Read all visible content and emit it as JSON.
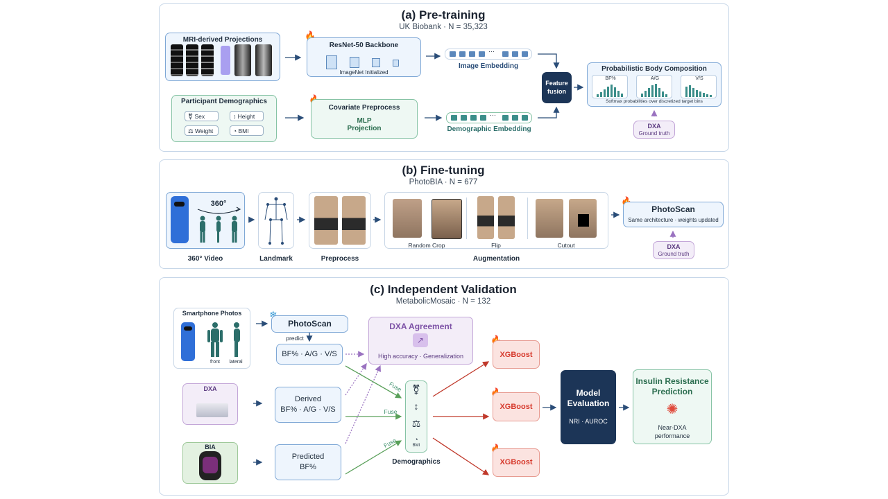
{
  "colors": {
    "accent": "#1c3557",
    "green": "#3b8e6a",
    "purple": "#7d52a6",
    "red": "#e0493a",
    "arrow": "#2a4d78"
  },
  "panel_a": {
    "title": "(a) Pre-training",
    "subtitle": "UK Biobank · N = 35,323",
    "mri_label": "MRI-derived Projections",
    "backbone_title": "ResNet-50 Backbone",
    "backbone_sub": "ImageNet Initialized",
    "image_embedding": "Image Embedding",
    "demo_title": "Participant Demographics",
    "chips": [
      "Sex",
      "Height",
      "Weight",
      "BMI"
    ],
    "covariate_title": "Covariate Preprocess",
    "covariate_sub": "MLP\nProjection",
    "demo_embedding": "Demographic Embedding",
    "dots": "···",
    "fusion": "Feature\nfusion",
    "prob_title": "Probabilistic Body Composition",
    "hist_labels": [
      "BF%",
      "A/G",
      "V/S"
    ],
    "prob_caption": "Softmax probabilities over discretized target bins",
    "dxa_title": "DXA",
    "dxa_sub": "Ground truth"
  },
  "panel_b": {
    "title": "(b) Fine-tuning",
    "subtitle": "PhotoBIA · N = 677",
    "rotation": "360°",
    "video_label": "360° Video",
    "landmark_label": "Landmark",
    "preprocess_label": "Preprocess",
    "aug_label": "Augmentation",
    "aug_items": [
      "Random Crop",
      "Flip",
      "Cutout"
    ],
    "photoscan_title": "PhotoScan",
    "photoscan_sub": "Same architecture · weights updated",
    "dxa_title": "DXA",
    "dxa_sub": "Ground truth"
  },
  "panel_c": {
    "title": "(c) Independent Validation",
    "subtitle": "MetabolicMosaic · N = 132",
    "smartphone": "Smartphone Photos",
    "front": "front",
    "lateral": "lateral",
    "photoscan": "PhotoScan",
    "predict": "predict",
    "outputs": "BF% · A/G · V/S",
    "dxa_agree_title": "DXA Agreement",
    "dxa_agree_sub": "High accuracy · Generalization",
    "dxa_label": "DXA",
    "derived": "Derived\nBF% · A/G · V/S",
    "bia_label": "BIA",
    "predicted": "Predicted\nBF%",
    "fuse": "Fuse",
    "demographics": "Demographics",
    "xgboost": "XGBoost",
    "model_title": "Model\nEvaluation",
    "model_sub": "NRI · AUROC",
    "ir_title": "Insulin Resistance\nPrediction",
    "ir_sub": "Near-DXA\nperformance",
    "bmi": "BMI"
  }
}
